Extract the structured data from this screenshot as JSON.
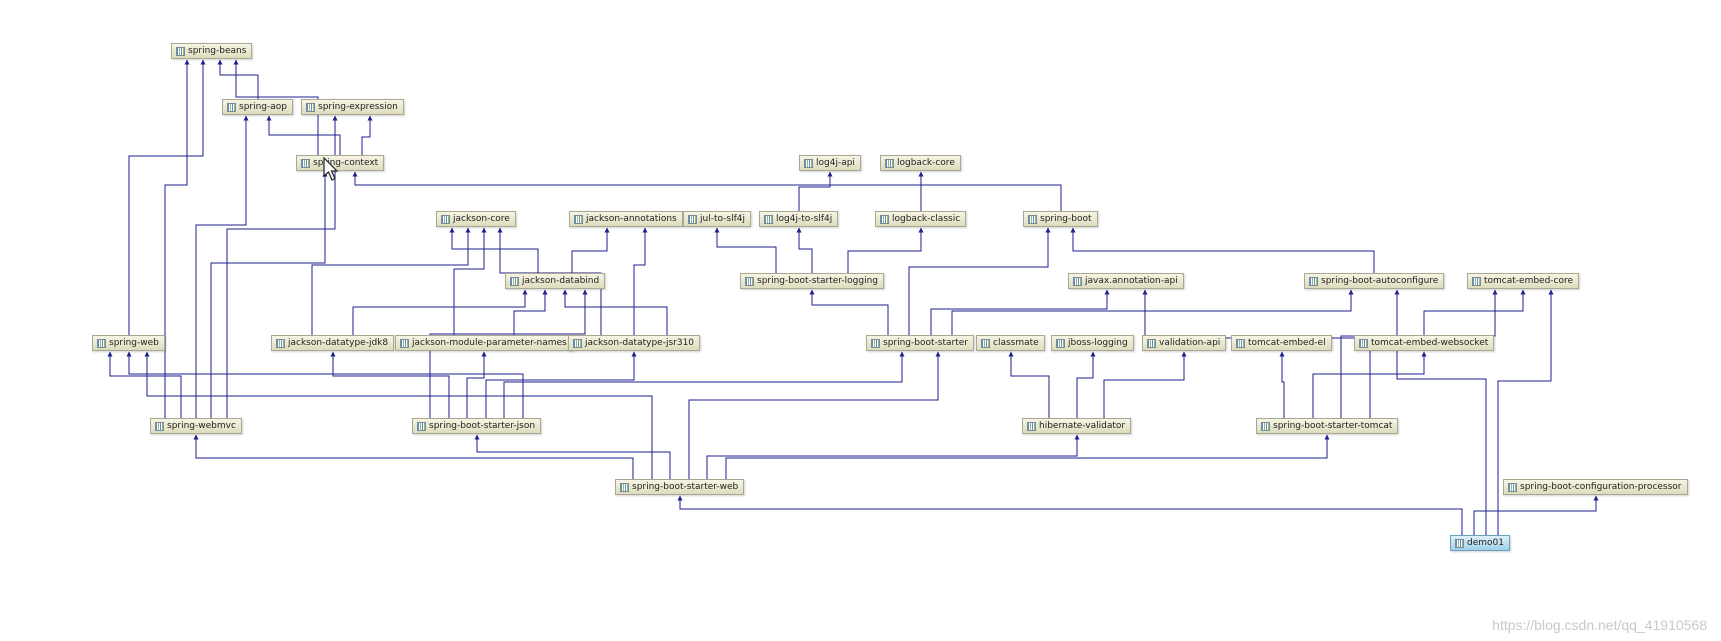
{
  "nodes": {
    "spring_beans": "spring-beans",
    "spring_aop": "spring-aop",
    "spring_expression": "spring-expression",
    "spring_context": "spring-context",
    "log4j_api": "log4j-api",
    "logback_core": "logback-core",
    "jackson_core": "jackson-core",
    "jackson_annotations": "jackson-annotations",
    "jul_to_slf4j": "jul-to-slf4j",
    "log4j_to_slf4j": "log4j-to-slf4j",
    "logback_classic": "logback-classic",
    "spring_boot": "spring-boot",
    "jackson_databind": "jackson-databind",
    "spring_boot_starter_logging": "spring-boot-starter-logging",
    "javax_annotation_api": "javax.annotation-api",
    "spring_boot_autoconfigure": "spring-boot-autoconfigure",
    "tomcat_embed_core": "tomcat-embed-core",
    "spring_web": "spring-web",
    "jackson_datatype_jdk8": "jackson-datatype-jdk8",
    "jackson_module_parameter_names": "jackson-module-parameter-names",
    "jackson_datatype_jsr310": "jackson-datatype-jsr310",
    "spring_boot_starter": "spring-boot-starter",
    "classmate": "classmate",
    "jboss_logging": "jboss-logging",
    "validation_api": "validation-api",
    "tomcat_embed_el": "tomcat-embed-el",
    "tomcat_embed_websocket": "tomcat-embed-websocket",
    "spring_webmvc": "spring-webmvc",
    "spring_boot_starter_json": "spring-boot-starter-json",
    "hibernate_validator": "hibernate-validator",
    "spring_boot_starter_tomcat": "spring-boot-starter-tomcat",
    "spring_boot_starter_web": "spring-boot-starter-web",
    "spring_boot_configuration_processor": "spring-boot-configuration-processor",
    "demo01": "demo01"
  },
  "edges": [
    [
      "spring_webmvc",
      "spring_beans"
    ],
    [
      "spring_webmvc",
      "spring_web"
    ],
    [
      "spring_webmvc",
      "spring_aop"
    ],
    [
      "spring_webmvc",
      "spring_context"
    ],
    [
      "spring_webmvc",
      "spring_expression"
    ],
    [
      "spring_web",
      "spring_beans"
    ],
    [
      "spring_aop",
      "spring_beans"
    ],
    [
      "spring_context",
      "spring_beans"
    ],
    [
      "spring_context",
      "spring_aop"
    ],
    [
      "spring_context",
      "spring_expression"
    ],
    [
      "spring_boot",
      "spring_context"
    ],
    [
      "log4j_to_slf4j",
      "log4j_api"
    ],
    [
      "logback_classic",
      "logback_core"
    ],
    [
      "jackson_databind",
      "jackson_core"
    ],
    [
      "jackson_databind",
      "jackson_annotations"
    ],
    [
      "jackson_datatype_jdk8",
      "jackson_core"
    ],
    [
      "jackson_datatype_jdk8",
      "jackson_databind"
    ],
    [
      "jackson_module_parameter_names",
      "jackson_core"
    ],
    [
      "jackson_module_parameter_names",
      "jackson_databind"
    ],
    [
      "jackson_datatype_jsr310",
      "jackson_core"
    ],
    [
      "jackson_datatype_jsr310",
      "jackson_annotations"
    ],
    [
      "jackson_datatype_jsr310",
      "jackson_databind"
    ],
    [
      "spring_boot_starter_logging",
      "jul_to_slf4j"
    ],
    [
      "spring_boot_starter_logging",
      "log4j_to_slf4j"
    ],
    [
      "spring_boot_starter_logging",
      "logback_classic"
    ],
    [
      "spring_boot_starter",
      "spring_boot_starter_logging"
    ],
    [
      "spring_boot_starter",
      "spring_boot"
    ],
    [
      "spring_boot_starter",
      "javax_annotation_api"
    ],
    [
      "spring_boot_starter",
      "spring_boot_autoconfigure"
    ],
    [
      "spring_boot_autoconfigure",
      "spring_boot"
    ],
    [
      "spring_boot_starter_json",
      "jackson_databind"
    ],
    [
      "spring_boot_starter_json",
      "jackson_datatype_jdk8"
    ],
    [
      "spring_boot_starter_json",
      "jackson_module_parameter_names"
    ],
    [
      "spring_boot_starter_json",
      "jackson_datatype_jsr310"
    ],
    [
      "spring_boot_starter_json",
      "spring_boot_starter"
    ],
    [
      "spring_boot_starter_json",
      "spring_web"
    ],
    [
      "hibernate_validator",
      "classmate"
    ],
    [
      "hibernate_validator",
      "jboss_logging"
    ],
    [
      "hibernate_validator",
      "validation_api"
    ],
    [
      "spring_boot_starter_tomcat",
      "tomcat_embed_el"
    ],
    [
      "spring_boot_starter_tomcat",
      "tomcat_embed_websocket"
    ],
    [
      "spring_boot_starter_tomcat",
      "tomcat_embed_core"
    ],
    [
      "spring_boot_starter_tomcat",
      "javax_annotation_api"
    ],
    [
      "tomcat_embed_websocket",
      "tomcat_embed_core"
    ],
    [
      "spring_boot_starter_web",
      "spring_webmvc"
    ],
    [
      "spring_boot_starter_web",
      "spring_web"
    ],
    [
      "spring_boot_starter_web",
      "spring_boot_starter_json"
    ],
    [
      "spring_boot_starter_web",
      "spring_boot_starter"
    ],
    [
      "spring_boot_starter_web",
      "hibernate_validator"
    ],
    [
      "spring_boot_starter_web",
      "spring_boot_starter_tomcat"
    ],
    [
      "demo01",
      "spring_boot_starter_web"
    ],
    [
      "demo01",
      "spring_boot_configuration_processor"
    ],
    [
      "demo01",
      "spring_boot_autoconfigure"
    ],
    [
      "demo01",
      "tomcat_embed_core"
    ]
  ],
  "watermark": "https://blog.csdn.net/qq_41910568",
  "colors": {
    "edge": "#1f1f8f",
    "node_fill": "#e9e7cc",
    "root_fill": "#b7def0"
  },
  "icons": {
    "node": "jar-icon",
    "pointer": "cursor-arrow-icon"
  }
}
